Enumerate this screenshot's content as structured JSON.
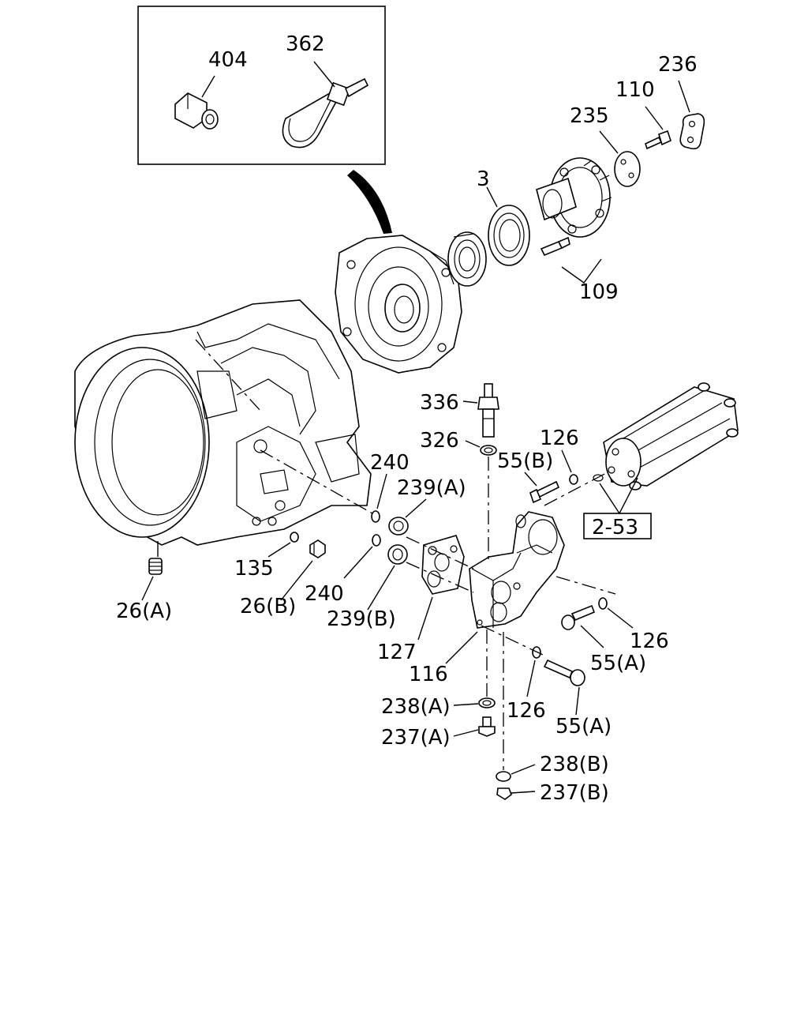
{
  "labels": {
    "p404": "404",
    "p362": "362",
    "p236": "236",
    "p110": "110",
    "p235": "235",
    "p3": "3",
    "p109": "109",
    "p336": "336",
    "p326": "326",
    "p126a": "126",
    "p55b": "55(B)",
    "p240a": "240",
    "p239a": "239(A)",
    "p253": "2-53",
    "p135": "135",
    "p26a": "26(A)",
    "p26b": "26(B)",
    "p240b": "240",
    "p239b": "239(B)",
    "p127": "127",
    "p116": "116",
    "p126b": "126",
    "p55a1": "55(A)",
    "p238a": "238(A)",
    "p126c": "126",
    "p55a2": "55(A)",
    "p237a": "237(A)",
    "p238b": "238(B)",
    "p237b": "237(B)"
  }
}
